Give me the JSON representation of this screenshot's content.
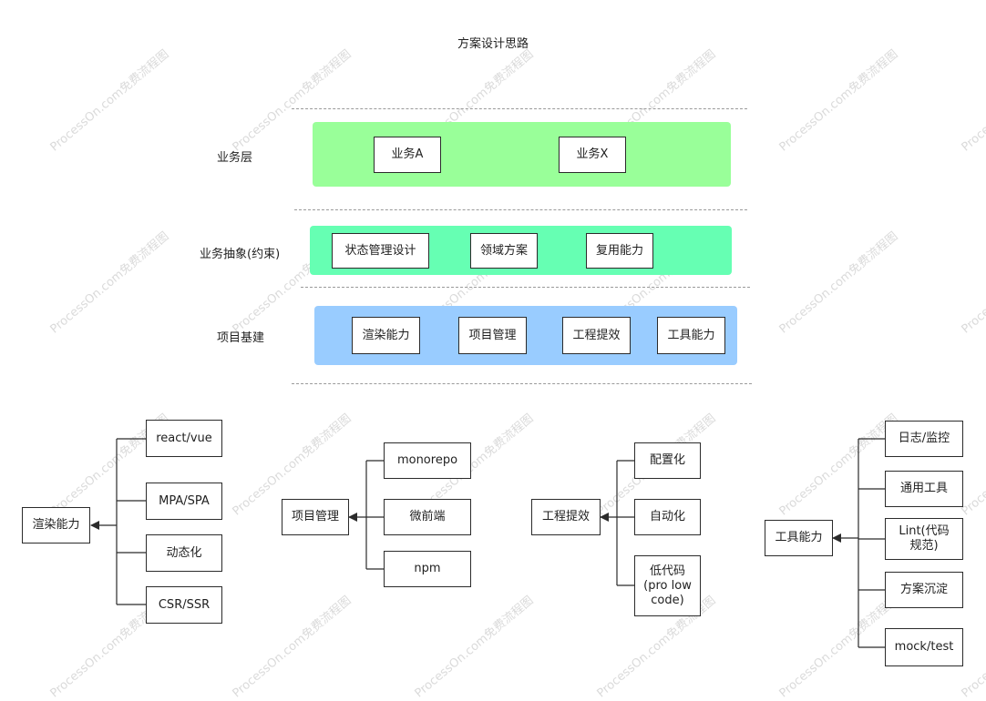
{
  "title": "方案设计思路",
  "watermark": "ProcessOn.com免费流程图",
  "colors": {
    "business_band": "#99FF99",
    "abstraction_band": "#66FFB3",
    "infra_band": "#99CCFF",
    "line": "#2b2b2b"
  },
  "layers": {
    "business": {
      "label": "业务层",
      "items": [
        "业务A",
        "业务X"
      ]
    },
    "abstraction": {
      "label": "业务抽象(约束)",
      "items": [
        "状态管理设计",
        "领域方案",
        "复用能力"
      ]
    },
    "infra": {
      "label": "项目基建",
      "items": [
        "渲染能力",
        "项目管理",
        "工程提效",
        "工具能力"
      ]
    }
  },
  "trees": {
    "render": {
      "root": "渲染能力",
      "children": [
        "react/vue",
        "MPA/SPA",
        "动态化",
        "CSR/SSR"
      ]
    },
    "project": {
      "root": "项目管理",
      "children": [
        "monorepo",
        "微前端",
        "npm"
      ]
    },
    "efficiency": {
      "root": "工程提效",
      "children": [
        "配置化",
        "自动化",
        "低代码(pro low code)"
      ]
    },
    "tools": {
      "root": "工具能力",
      "children": [
        "日志/监控",
        "通用工具",
        "Lint(代码规范)",
        "方案沉淀",
        "mock/test"
      ]
    }
  }
}
